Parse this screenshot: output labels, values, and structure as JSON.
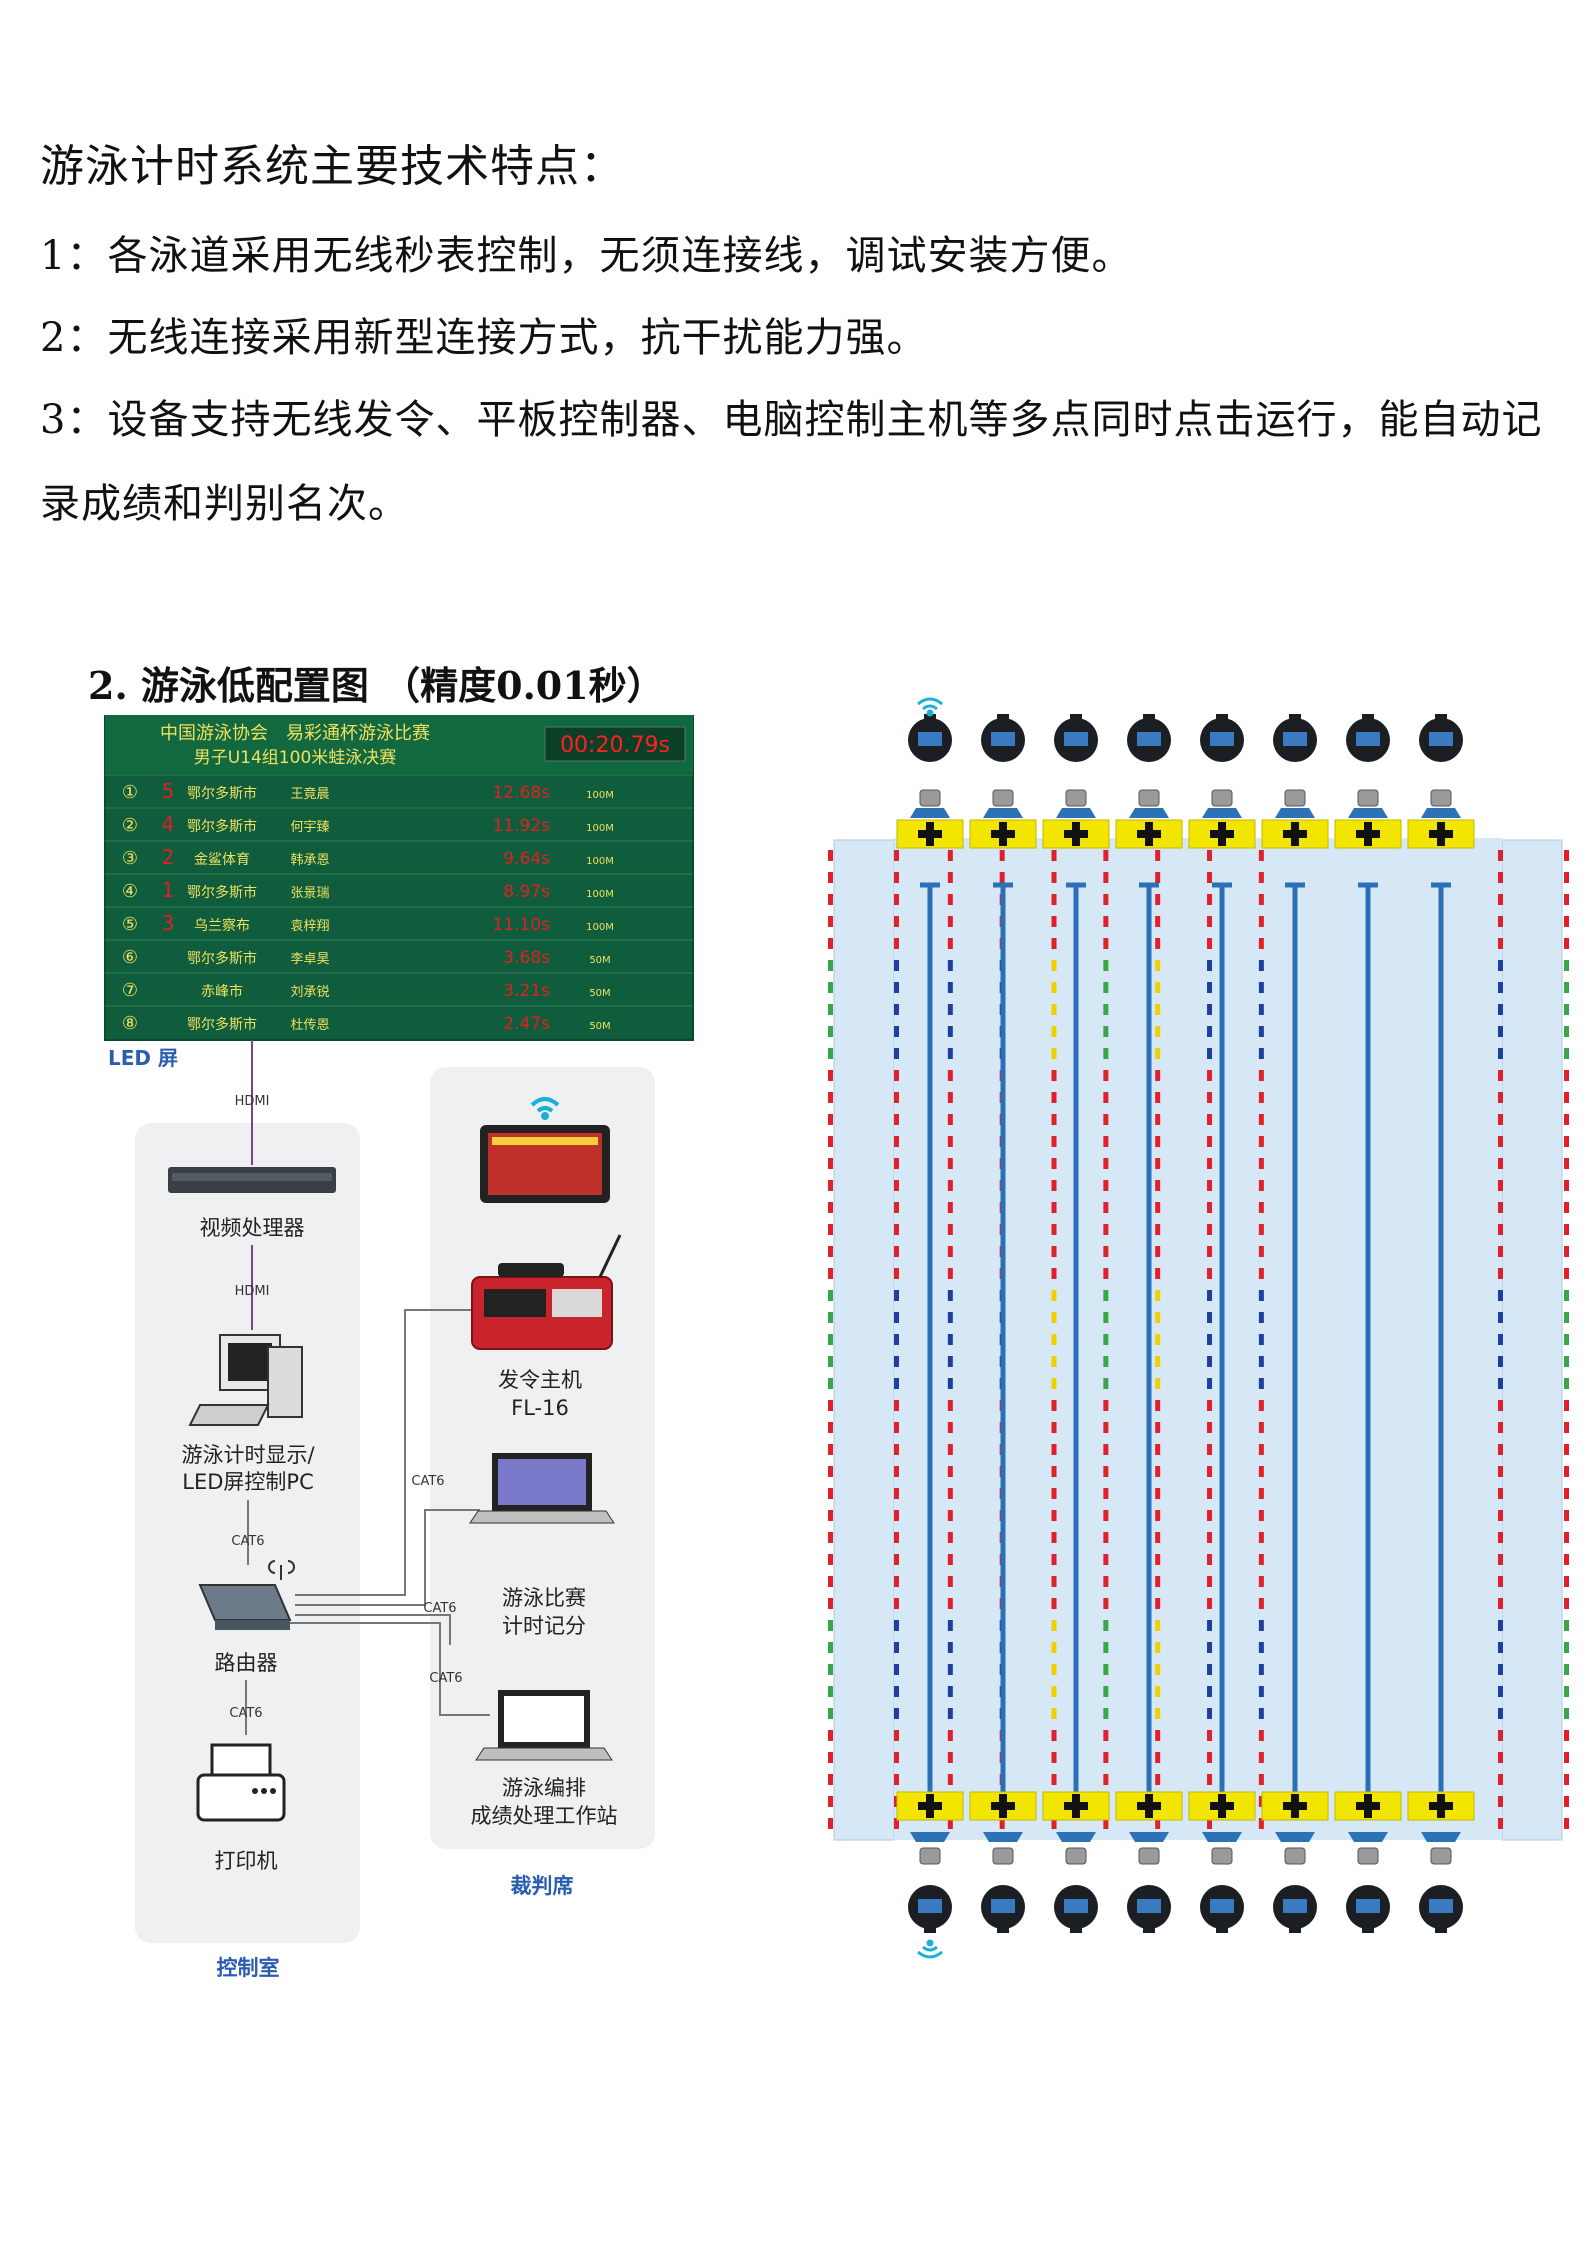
{
  "doc": {
    "heading": "游泳计时系统主要技术特点：",
    "points": [
      "1：各泳道采用无线秒表控制，无须连接线，调试安装方便。",
      "2：无线连接采用新型连接方式，抗干扰能力强。",
      "3：设备支持无线发令、平板控制器、电脑控制主机等多点同时点击运行，能自动记录成绩和判别名次。"
    ],
    "section_title": "2. 游泳低配置图 （精度0.01秒）"
  },
  "led": {
    "title1": "中国游泳协会　易彩通杯游泳比赛",
    "title2": "男子U14组100米蛙泳决赛",
    "clock": "00:20.79s",
    "rows": [
      {
        "lane": "①",
        "rank": "5",
        "team": "鄂尔多斯市",
        "name": "王竟晨",
        "time": "12.68s",
        "dist": "100M"
      },
      {
        "lane": "②",
        "rank": "4",
        "team": "鄂尔多斯市",
        "name": "何宇臻",
        "time": "11.92s",
        "dist": "100M"
      },
      {
        "lane": "③",
        "rank": "2",
        "team": "金鲨体育",
        "name": "韩承恩",
        "time": "9.64s",
        "dist": "100M"
      },
      {
        "lane": "④",
        "rank": "1",
        "team": "鄂尔多斯市",
        "name": "张景瑞",
        "time": "8.97s",
        "dist": "100M"
      },
      {
        "lane": "⑤",
        "rank": "3",
        "team": "乌兰察布",
        "name": "袁梓翔",
        "time": "11.10s",
        "dist": "100M"
      },
      {
        "lane": "⑥",
        "rank": "",
        "team": "鄂尔多斯市",
        "name": "李卓昊",
        "time": "3.68s",
        "dist": "50M"
      },
      {
        "lane": "⑦",
        "rank": "",
        "team": "赤峰市",
        "name": "刘承锐",
        "time": "3.21s",
        "dist": "50M"
      },
      {
        "lane": "⑧",
        "rank": "",
        "team": "鄂尔多斯市",
        "name": "杜传恩",
        "time": "2.47s",
        "dist": "50M"
      }
    ],
    "caption": "LED 屏"
  },
  "diagram": {
    "hdmi1": "HDMI",
    "hdmi2": "HDMI",
    "video_processor": "视频处理器",
    "pc_line1": "游泳计时显示/",
    "pc_line2": "LED屏控制PC",
    "cat6_pc": "CAT6",
    "router": "路由器",
    "cat6_printer": "CAT6",
    "printer": "打印机",
    "control_room": "控制室",
    "starter_line1": "发令主机",
    "starter_line2": "FL-16",
    "cat6_starter": "CAT6",
    "scoring_line1": "游泳比赛",
    "scoring_line2": "计时记分",
    "cat6_scoring": "CAT6",
    "cat6_station": "CAT6",
    "station_line1": "游泳编排",
    "station_line2": "成绩处理工作站",
    "referee": "裁判席"
  },
  "pool": {
    "lanes": 8,
    "stopwatches_per_end": 8,
    "colors": {
      "water": "#d6e8f6",
      "lane_line": "#2a6fb8",
      "pad": "#f2e600",
      "rope_red": "#e0202a",
      "rope_blue": "#1f3fa0",
      "rope_yellow": "#f0d000",
      "rope_green": "#3aa64a",
      "wifi": "#1ab0d8"
    }
  }
}
